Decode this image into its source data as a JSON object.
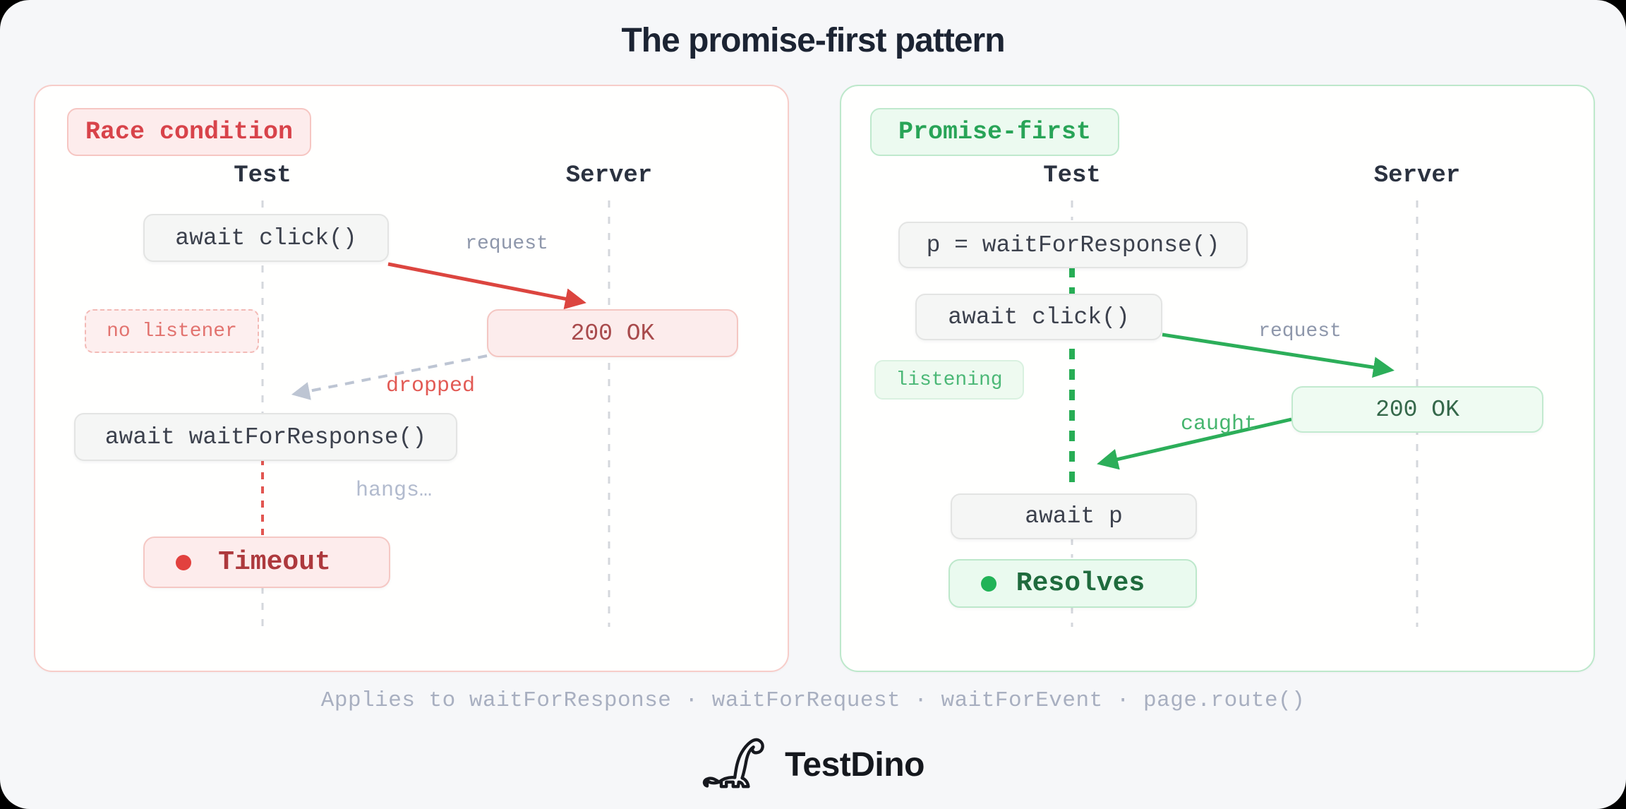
{
  "title": "The promise-first pattern",
  "race_panel": {
    "badge": "Race condition",
    "actors": {
      "test": "Test",
      "server": "Server"
    },
    "box_await_click": "await click()",
    "arrow_request": "request",
    "badge_no_listener": "no listener",
    "box_200ok": "200 OK",
    "arrow_dropped": "dropped",
    "box_await_wait_for_response": "await waitForResponse()",
    "note_hangs": "hangs…",
    "result": "Timeout"
  },
  "promise_panel": {
    "badge": "Promise-first",
    "actors": {
      "test": "Test",
      "server": "Server"
    },
    "box_p_assign": "p = waitForResponse()",
    "box_await_click": "await click()",
    "arrow_request": "request",
    "badge_listening": "listening",
    "box_200ok": "200 OK",
    "arrow_caught": "caught",
    "box_await_p": "await p",
    "result": "Resolves"
  },
  "footer": {
    "applies_text": "Applies to waitForResponse · waitForRequest · waitForEvent · page.route()",
    "brand": "TestDino"
  },
  "colors": {
    "page_bg": "#f6f7f9",
    "red_accent": "#d8434a",
    "red_arrow": "#dc453f",
    "red_dark_text": "#a84a4c",
    "pink_bg": "#fdecec",
    "pink_border": "#f5c6c2",
    "green_accent": "#28a457",
    "green_arrow": "#2cae59",
    "green_dark_text": "#1f6b3d",
    "green_bg": "#ecfaf0",
    "green_border": "#bfe9cd",
    "gray_box_bg": "#f5f6f5",
    "gray_box_border": "#e3e4e3",
    "lifeline_gray": "#d4d7dc",
    "label_gray": "#8e97ab",
    "dropped_arrow_gray": "#bdc5d3"
  }
}
